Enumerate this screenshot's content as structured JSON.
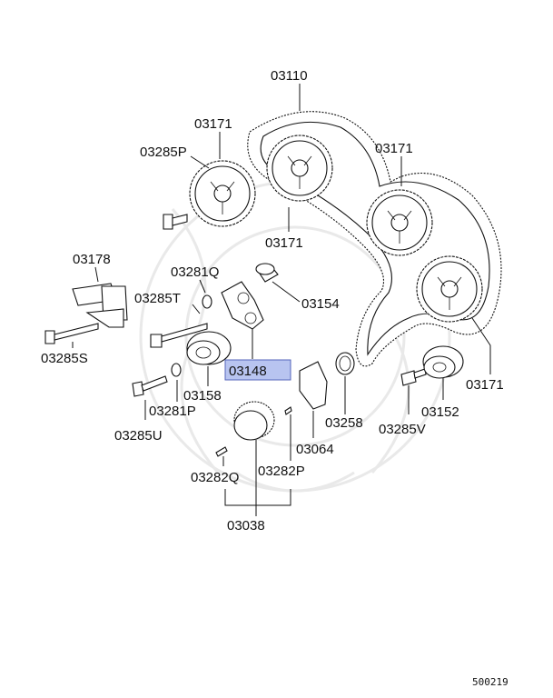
{
  "diagram": {
    "labels": {
      "p03110": "03110",
      "p03171_a": "03171",
      "p03171_b": "03171",
      "p03171_c": "03171",
      "p03171_d": "03171",
      "p03285P": "03285P",
      "p03178": "03178",
      "p03281Q": "03281Q",
      "p03285T": "03285T",
      "p03154": "03154",
      "p03285S": "03285S",
      "p03148": "03148",
      "p03158": "03158",
      "p03281P": "03281P",
      "p03285U": "03285U",
      "p03258": "03258",
      "p03285V": "03285V",
      "p03152": "03152",
      "p03064": "03064",
      "p03282Q": "03282Q",
      "p03282P": "03282P",
      "p03038": "03038"
    },
    "highlight_color": "#b8c4f0",
    "highlight_border": "#5566bb",
    "reference_code": "500219"
  }
}
